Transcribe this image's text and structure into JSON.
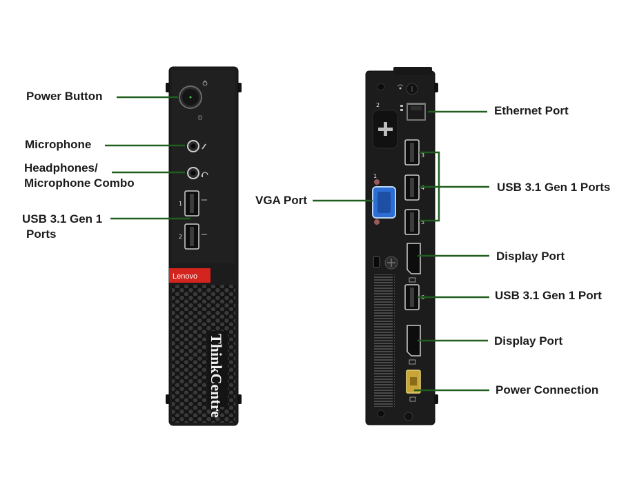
{
  "labels": {
    "power_button": "Power Button",
    "microphone": "Microphone",
    "headphones_line1": "Headphones/",
    "headphones_line2": "Microphone Combo",
    "usb_front_line1": "USB 3.1 Gen 1",
    "usb_front_line2": "Ports",
    "vga": "VGA Port",
    "ethernet": "Ethernet Port",
    "usb_rear_group": "USB 3.1 Gen 1 Ports",
    "display_port_1": "Display Port",
    "usb_rear_single": "USB 3.1 Gen 1 Port",
    "display_port_2": "Display Port",
    "power_connection": "Power Connection"
  },
  "device": {
    "front_brand": "Lenovo",
    "front_model": "ThinkCentre",
    "front_port_numbers": [
      "1",
      "2"
    ],
    "rear_port_numbers": [
      "1",
      "2",
      "3",
      "4",
      "5",
      "6"
    ]
  },
  "colors": {
    "leader_line": "#1f5e1f",
    "chassis": "#1c1c1c",
    "lenovo_badge": "#d3241d",
    "vga_connector": "#2c6ed5"
  }
}
